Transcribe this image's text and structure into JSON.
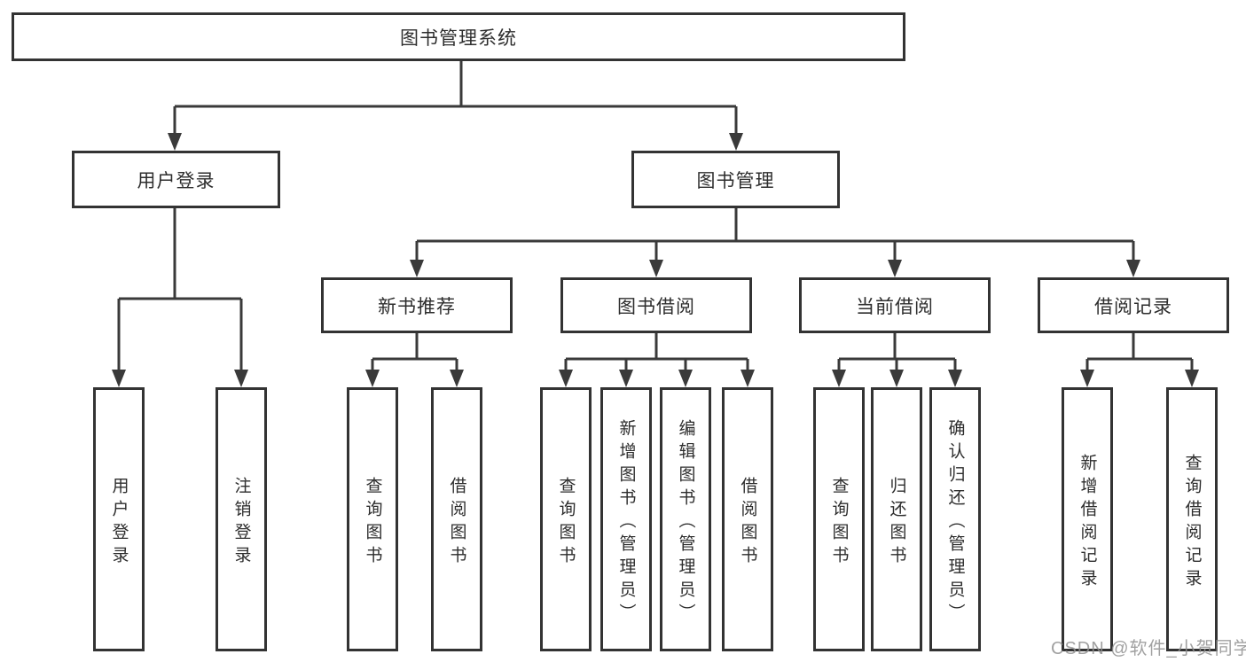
{
  "tree": {
    "root": "图书管理系统",
    "branches": [
      {
        "label": "用户登录",
        "children": [
          "用户登录",
          "注销登录"
        ]
      },
      {
        "label": "图书管理",
        "children": [
          {
            "label": "新书推荐",
            "children": [
              "查询图书",
              "借阅图书"
            ]
          },
          {
            "label": "图书借阅",
            "children": [
              "查询图书",
              "新增图书（管理员）",
              "编辑图书（管理员）",
              "借阅图书"
            ]
          },
          {
            "label": "当前借阅",
            "children": [
              "查询图书",
              "归还图书",
              "确认归还（管理员）"
            ]
          },
          {
            "label": "借阅记录",
            "children": [
              "新增借阅记录",
              "查询借阅记录"
            ]
          }
        ]
      }
    ]
  },
  "watermark": "CSDN @软件_小贺同学",
  "colors": {
    "line": "#3a3a3a",
    "box_border": "#333333",
    "text": "#2d2d2d",
    "background": "#ffffff",
    "watermark": "#919191"
  }
}
